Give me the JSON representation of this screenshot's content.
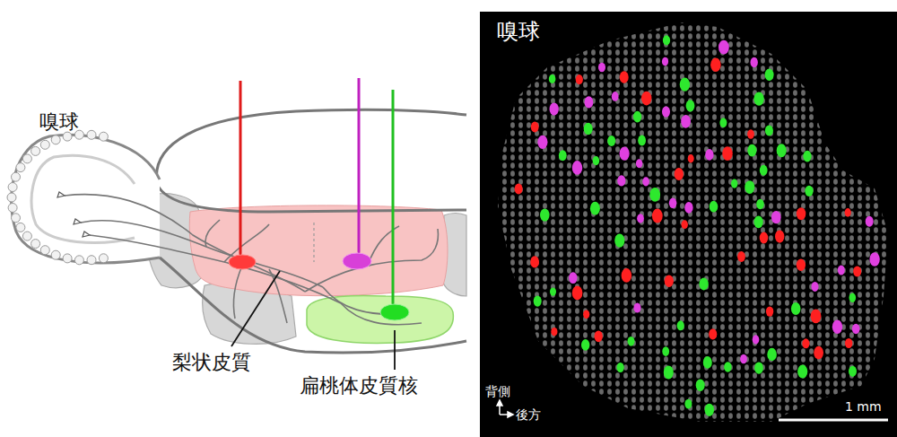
{
  "diagram": {
    "labels": [
      "嗅球",
      "梨状皮質",
      "扁桃体皮質核",
      "嗅球",
      "背側",
      "後方",
      "1 mm"
    ]
  }
}
